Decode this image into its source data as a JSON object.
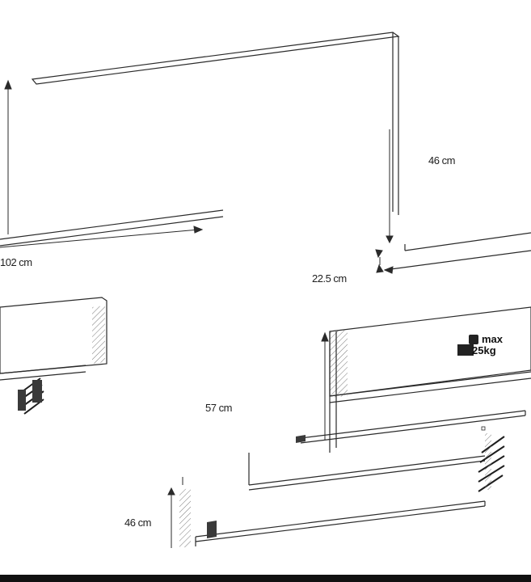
{
  "dimensions": {
    "top_depth": "46 cm",
    "top_width": "102 cm",
    "top_height": "22.5 cm",
    "bottom_width": "57 cm",
    "bottom_depth": "46 cm"
  },
  "load": {
    "max_label": "max",
    "weight_label": "25kg"
  },
  "colors": {
    "line": "#2a2a2a",
    "shade": "#8a8a8a",
    "background": "#ffffff",
    "bottom_bar": "#111111"
  }
}
